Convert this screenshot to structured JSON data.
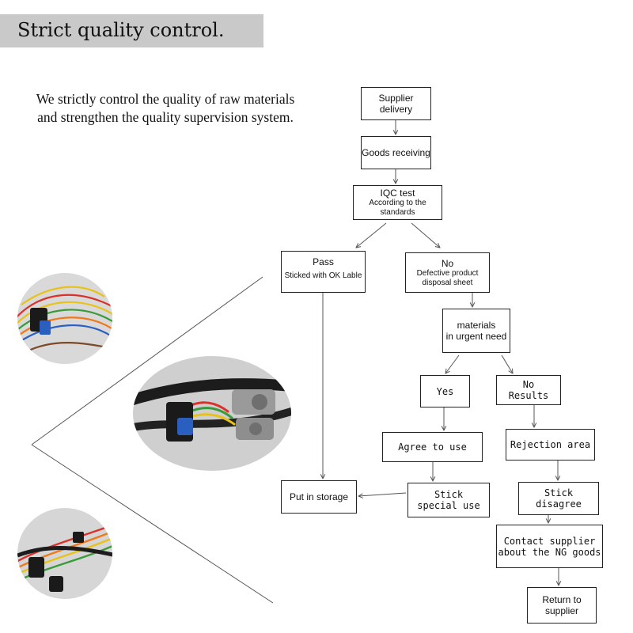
{
  "header": {
    "title": "Strict quality control."
  },
  "intro": {
    "line1": "We strictly control the quality of raw materials",
    "line2": "and strengthen the quality supervision system."
  },
  "flowchart": {
    "supplier_delivery": "Supplier delivery",
    "goods_receiving": "Goods receiving",
    "iqc_test": "IQC test",
    "iqc_test_sub": "According to the standards",
    "pass": "Pass",
    "pass_sub": "Sticked with OK Lable",
    "no": "No",
    "no_sub_1": "Defective product",
    "no_sub_2": "disposal sheet",
    "materials_1": "materials",
    "materials_2": "in urgent need",
    "yes": "Yes",
    "no_results_1": "No",
    "no_results_2": "Results",
    "agree_to_use": "Agree to use",
    "rejection_area": "Rejection area",
    "put_in_storage": "Put in storage",
    "stick_special_1": "Stick",
    "stick_special_2": "special use",
    "stick_disagree": "Stick disagree",
    "contact_supplier_1": "Contact supplier",
    "contact_supplier_2": "about the NG goods",
    "return_to_supplier_1": "Return to",
    "return_to_supplier_2": "supplier"
  },
  "colors": {
    "header_bg": "#c9c9c9",
    "line": "#555555",
    "wire_red": "#d8322a",
    "wire_yellow": "#e8c21a",
    "wire_orange": "#ee7a1c",
    "wire_green": "#3a9a3a",
    "wire_blue": "#2a5fc0"
  },
  "photos": [
    "wire-harness-photo",
    "connector-harness-photo",
    "wire-harness-photo"
  ]
}
